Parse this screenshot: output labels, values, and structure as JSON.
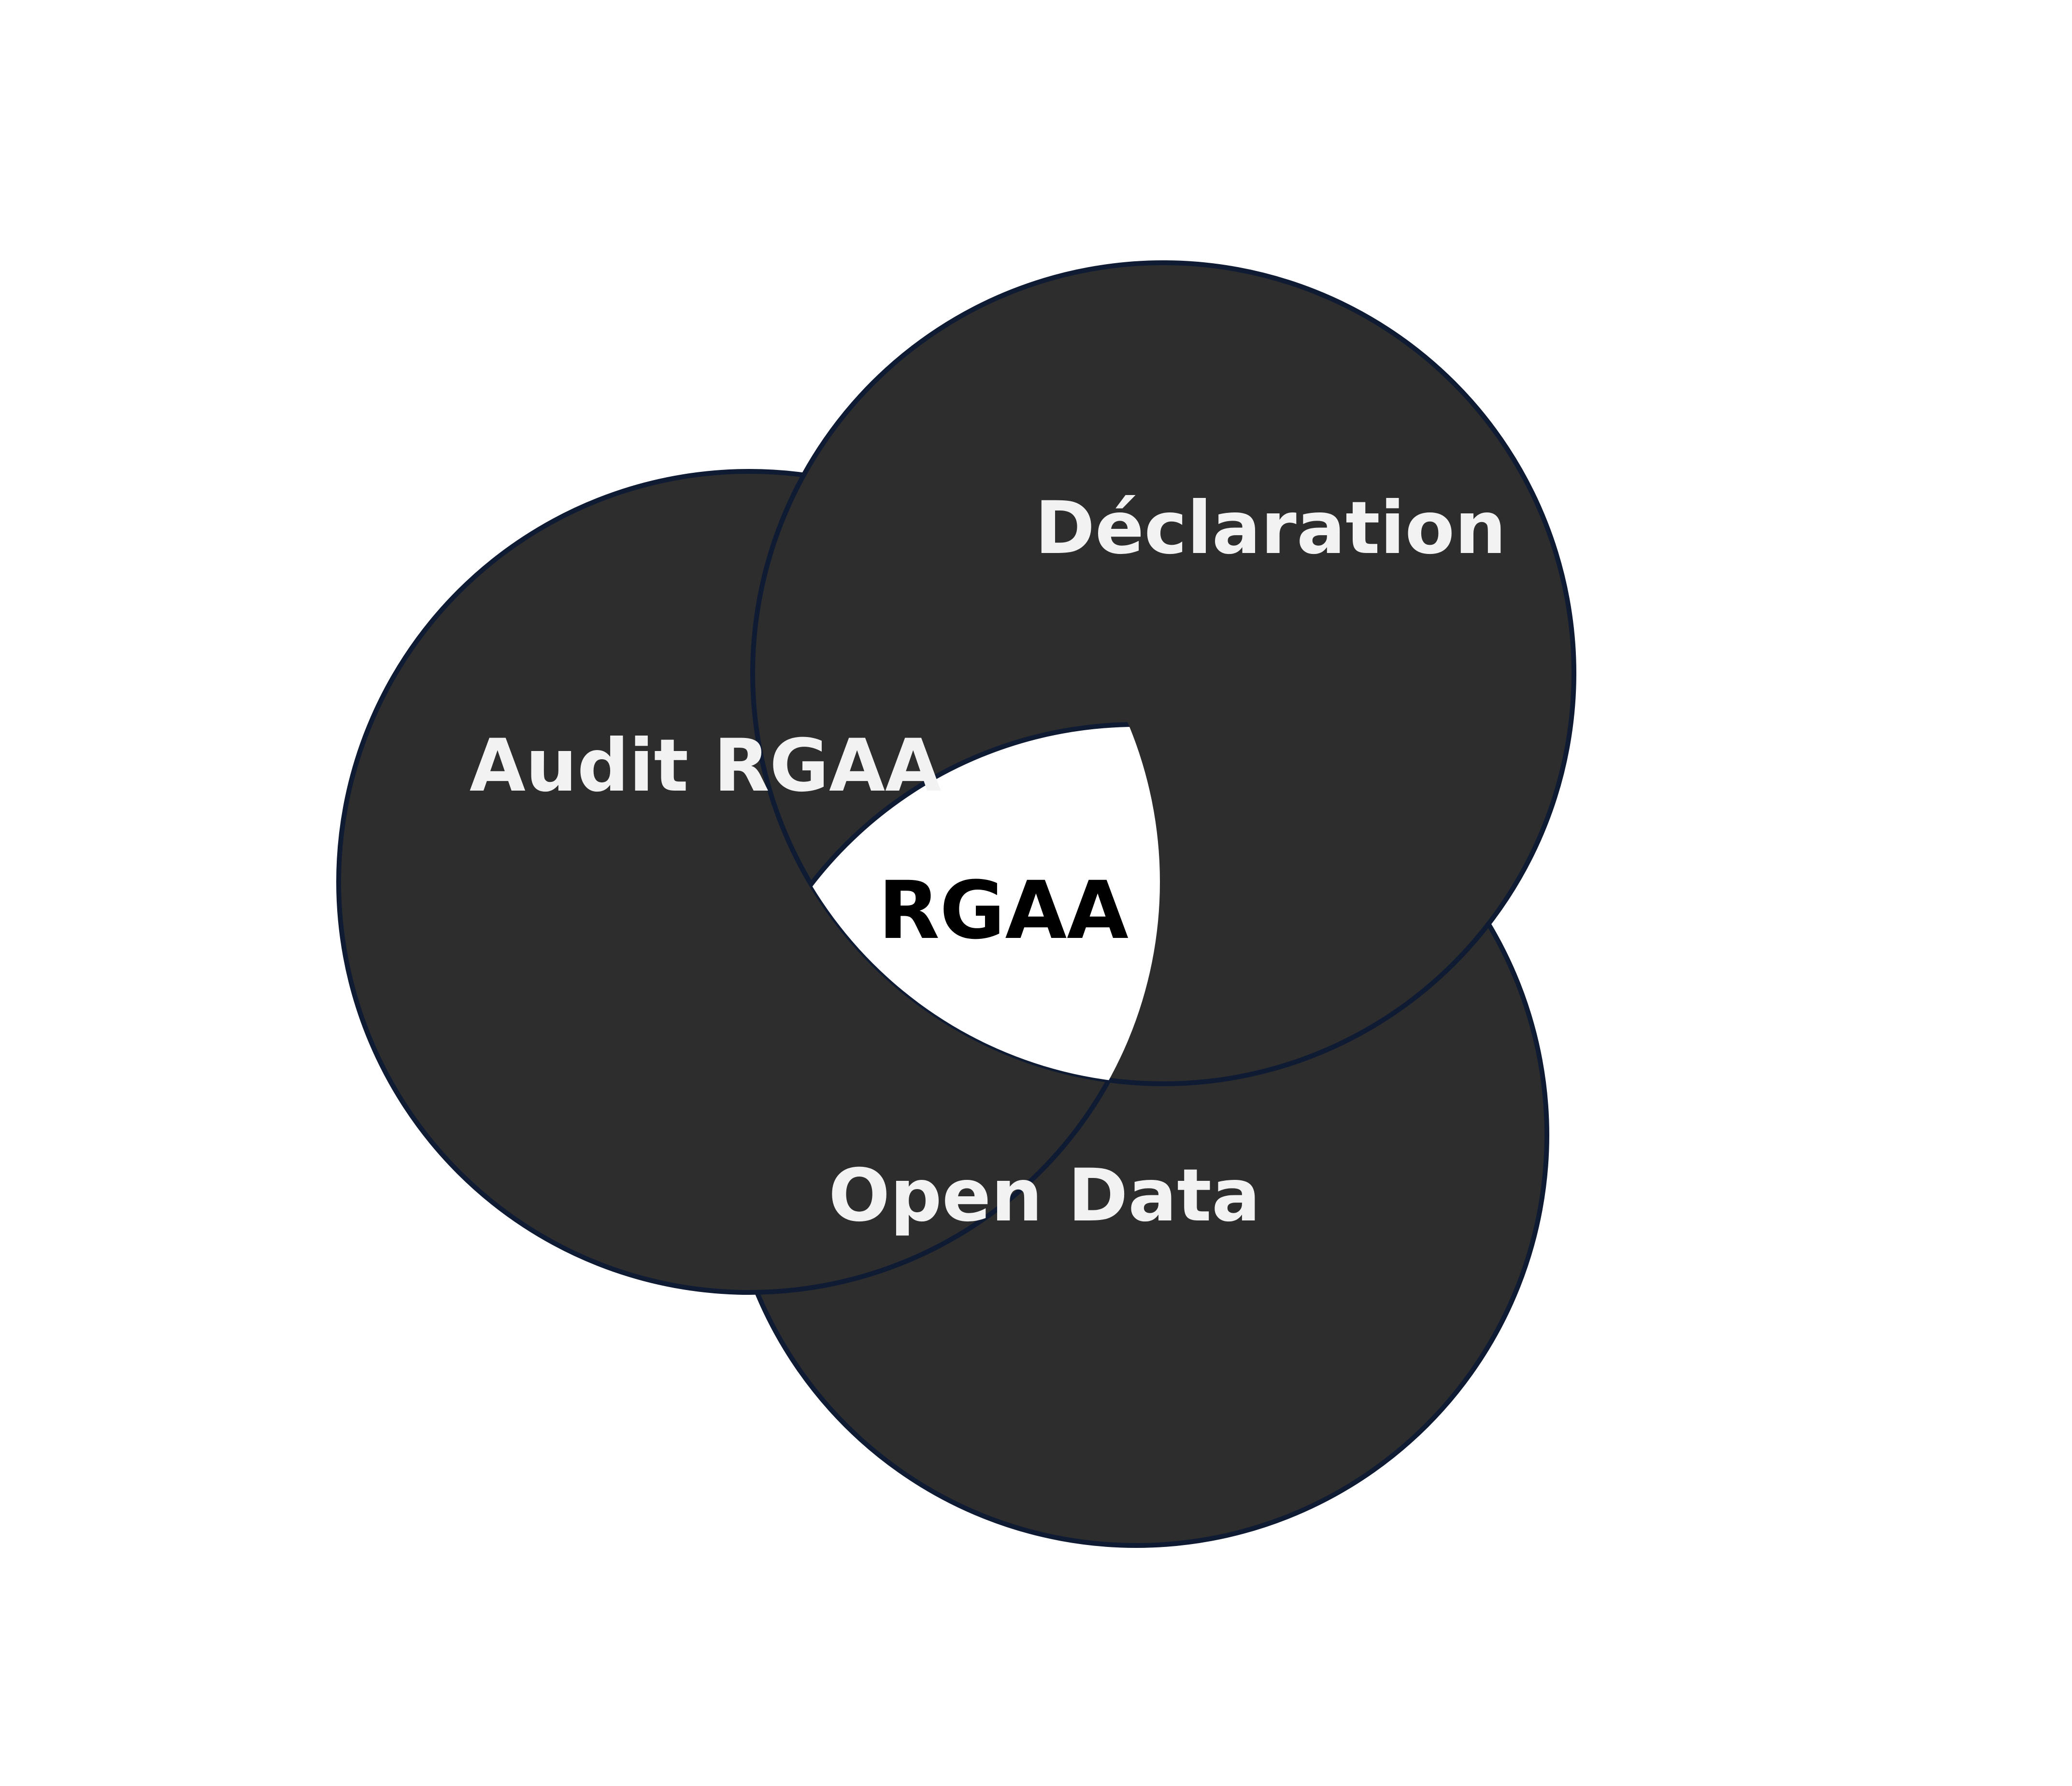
{
  "diagram": {
    "circles": [
      {
        "id": "audit",
        "label": "Audit RGAA"
      },
      {
        "id": "declaration",
        "label": "Déclaration"
      },
      {
        "id": "opendata",
        "label": "Open Data"
      }
    ],
    "center_label": "RGAA",
    "colors": {
      "background": "#ffffff",
      "circle_fill": "#2d2d2d",
      "circle_stroke": "#0f1a33",
      "circle_text": "#f2f2f2",
      "center_fill": "#ffffff",
      "center_text": "#000000"
    }
  }
}
